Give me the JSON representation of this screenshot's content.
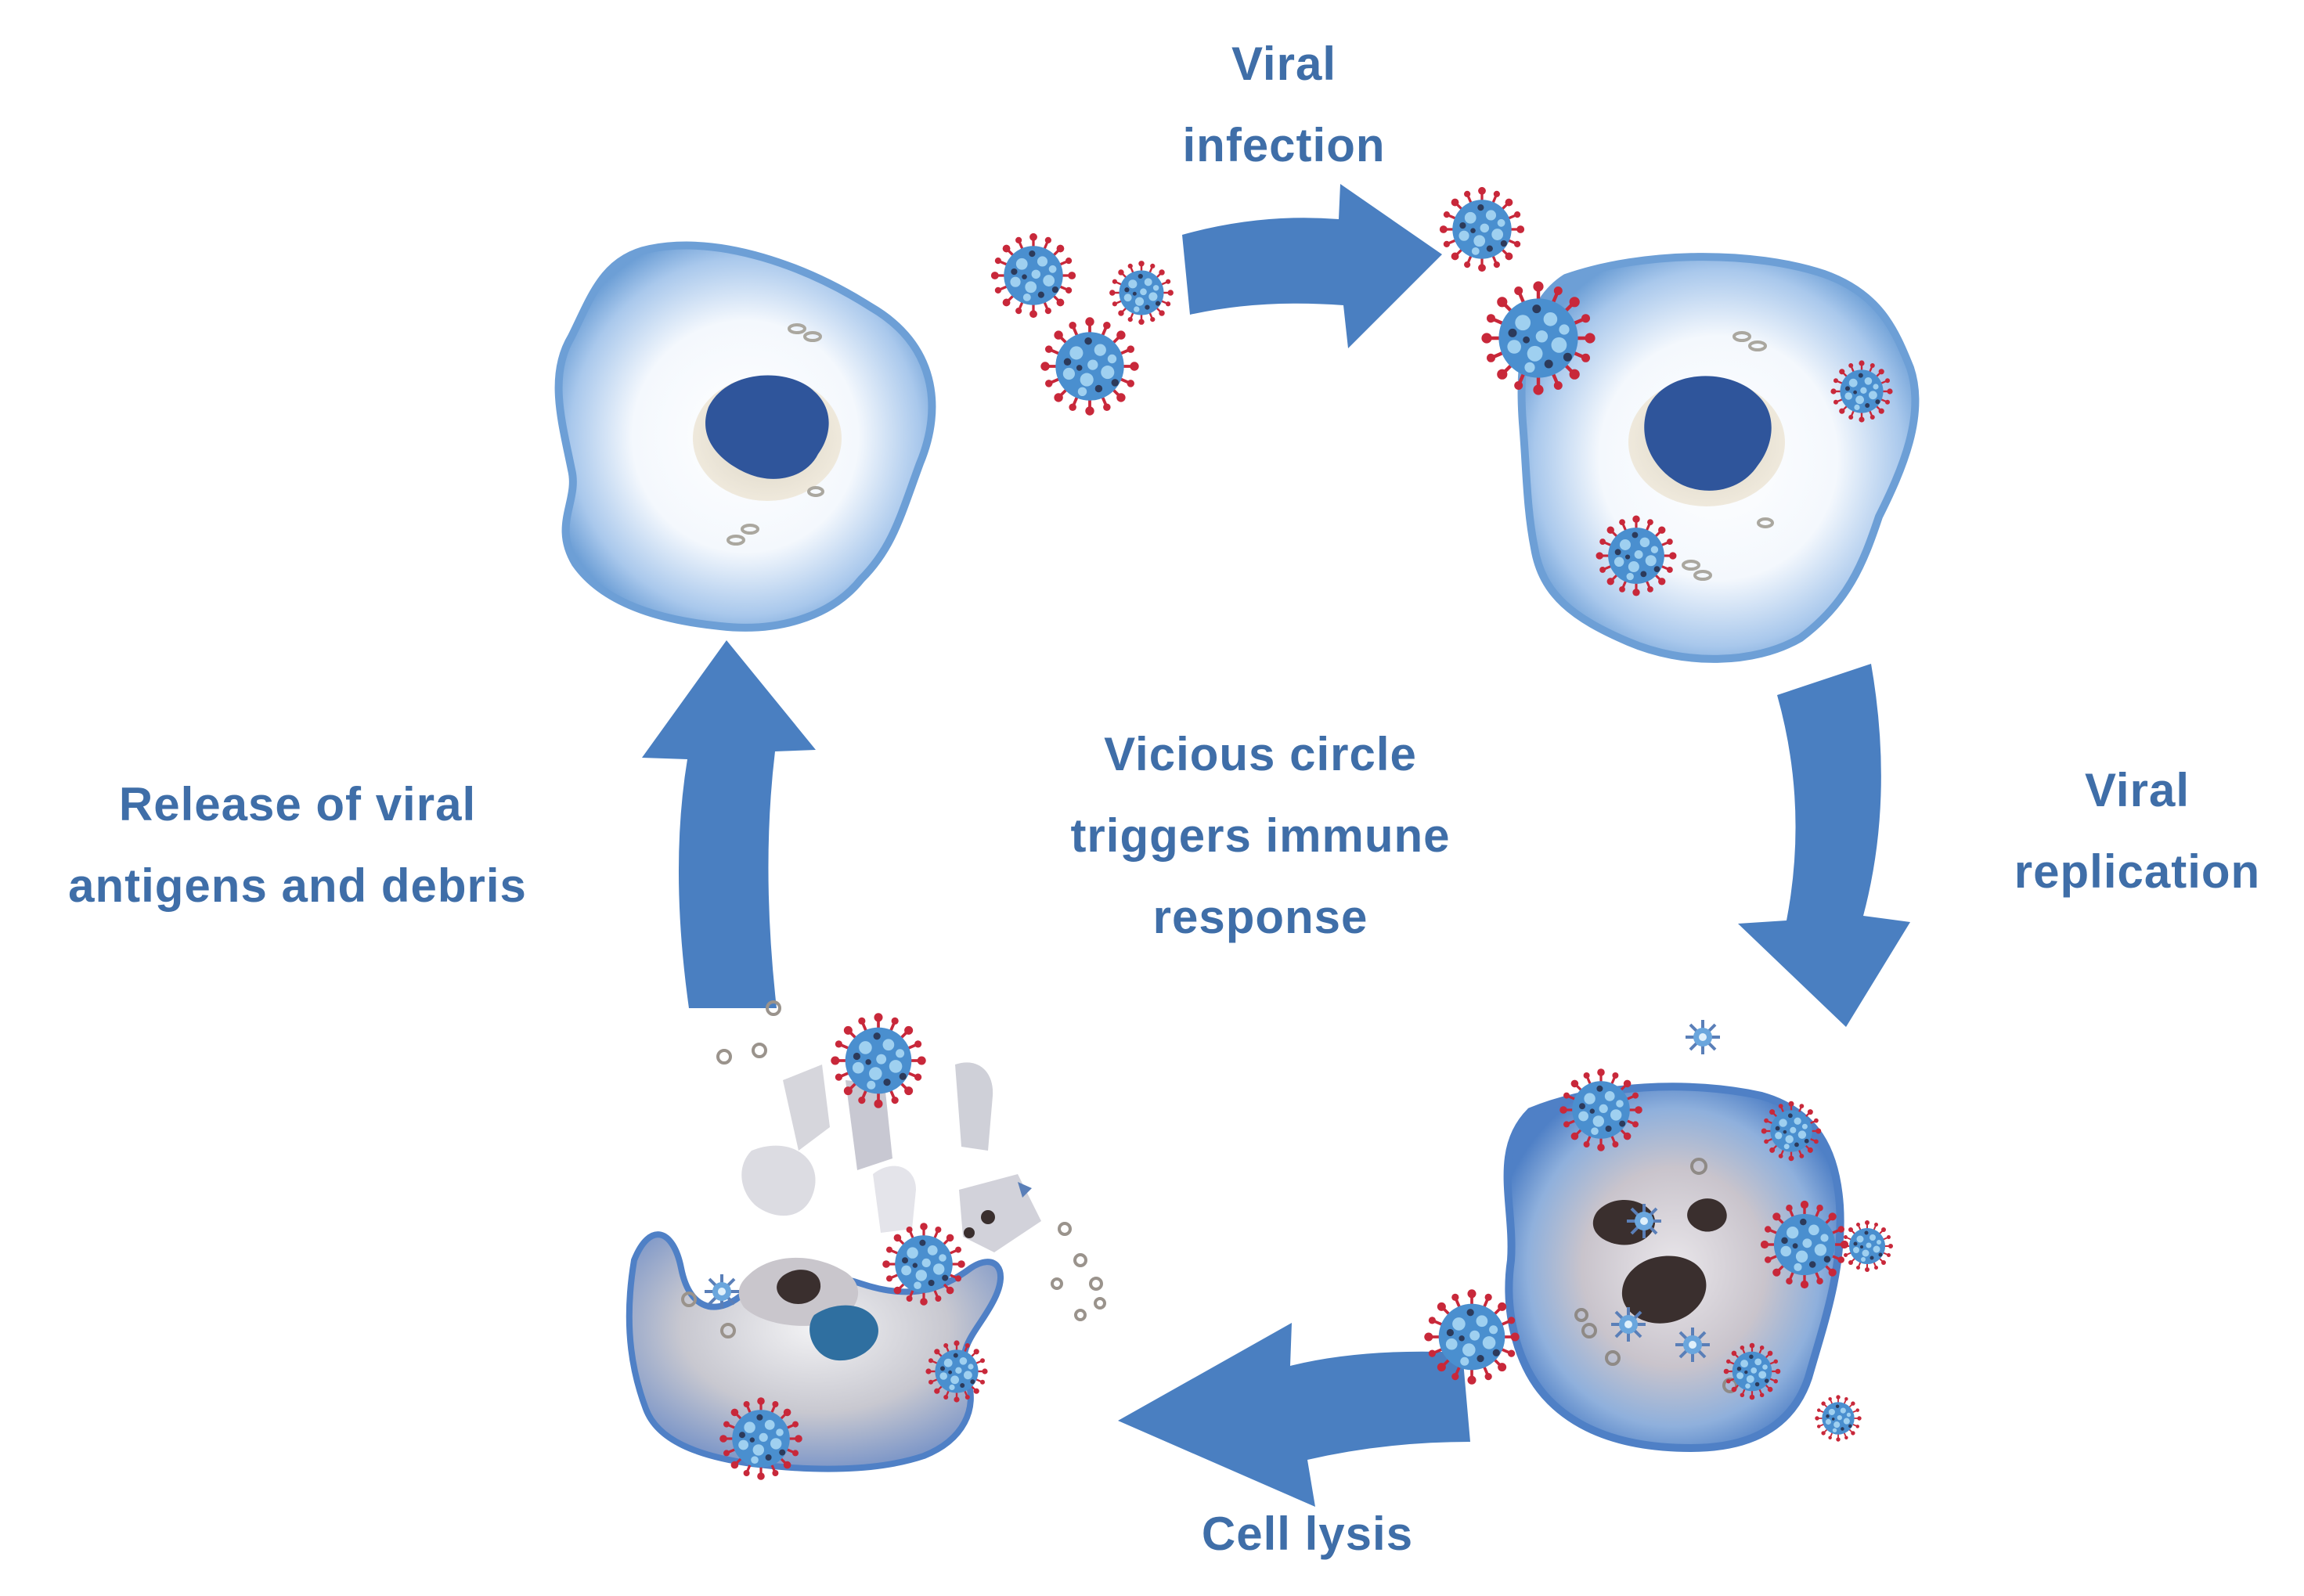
{
  "labels": {
    "viral_infection": [
      "Viral",
      "infection"
    ],
    "viral_replication": [
      "Viral",
      "replication"
    ],
    "cell_lysis": [
      "Cell lysis"
    ],
    "release": [
      "Release of viral",
      "antigens and debris"
    ],
    "center": [
      "Vicious circle",
      "triggers immune",
      "response"
    ]
  },
  "colors": {
    "label_text": "#3f6ea8",
    "arrow": "#4a7fc1",
    "cell_membrane": "#6d9fd6",
    "nucleus": "#2f559b",
    "virus_body": "#4a8fcf",
    "virus_spike": "#c8283a"
  },
  "icons": [
    "healthy-cell",
    "infected-cell",
    "lysing-cell",
    "cell-debris",
    "virus-particle",
    "cycle-arrow"
  ]
}
